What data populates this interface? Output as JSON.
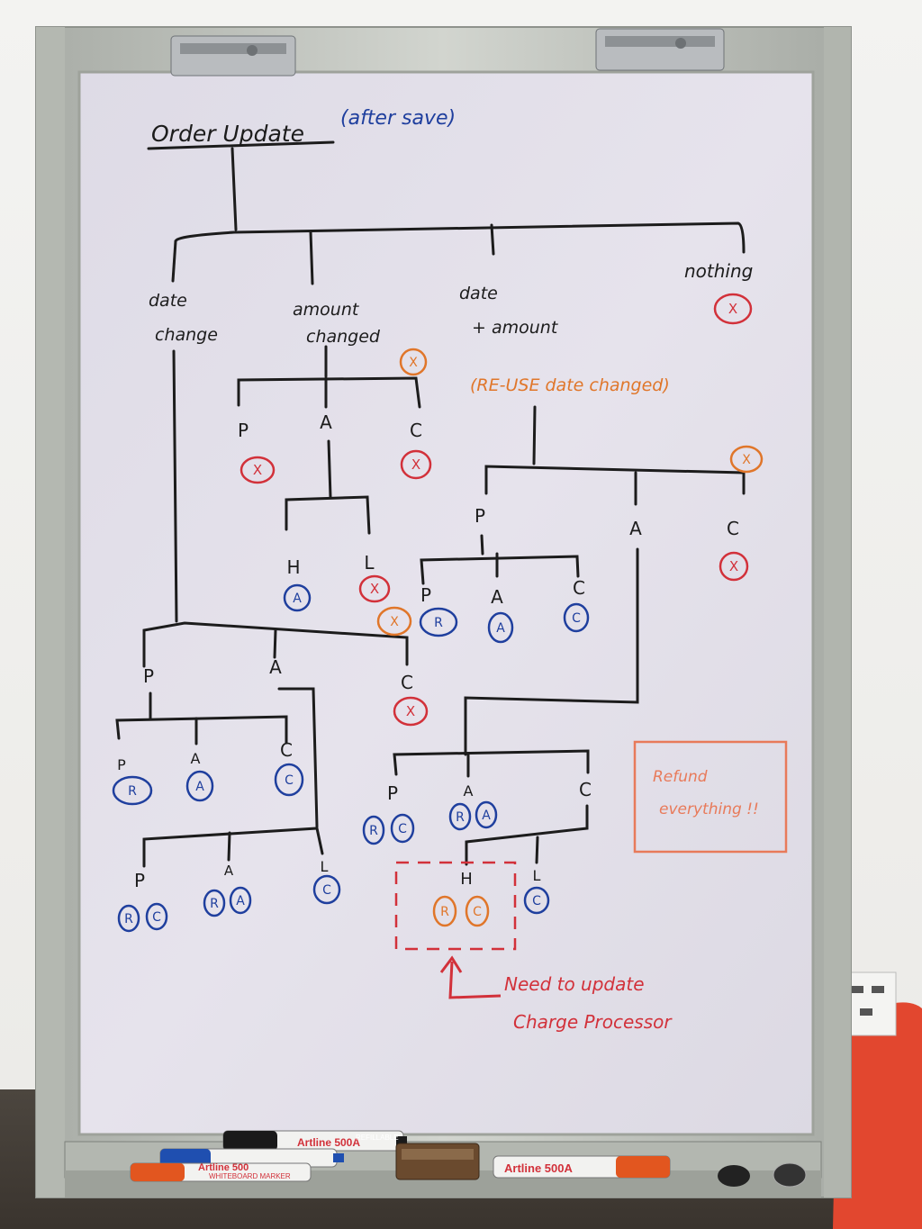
{
  "board": {
    "title": "Order Update",
    "title_note": "(after save)",
    "branches": {
      "date_change": [
        "date",
        "change"
      ],
      "amount_changed": [
        "amount",
        "changed"
      ],
      "date_amount": [
        "date",
        "+ amount"
      ],
      "nothing": "nothing"
    },
    "reuse_note": "(RE-USE date changed)",
    "refund_note": [
      "Refund",
      "everything !!"
    ],
    "charge_note": [
      "Need to update",
      "Charge Processor"
    ],
    "letters": {
      "P": "P",
      "A": "A",
      "C": "C",
      "H": "H",
      "L": "L",
      "R": "R",
      "X": "X"
    }
  },
  "markers": [
    {
      "brand": "Artline 500A",
      "label": "REFILLABLE",
      "cap_color": "#1a1a1a"
    },
    {
      "brand": "",
      "label": "",
      "cap_color": "#1f4fb0"
    },
    {
      "brand": "Artline 500",
      "label": "WHITEBOARD MARKER",
      "cap_color": "#e2561f"
    },
    {
      "brand": "Artline 500A",
      "label": "",
      "cap_color": "#e2561f"
    }
  ],
  "colors": {
    "black_ink": "#1c1c1c",
    "blue_ink": "#1f3f9e",
    "red_ink": "#d2313a",
    "orange_ink": "#e0762a",
    "board": "#e4e1ea",
    "frame": "#c9cdc6"
  }
}
